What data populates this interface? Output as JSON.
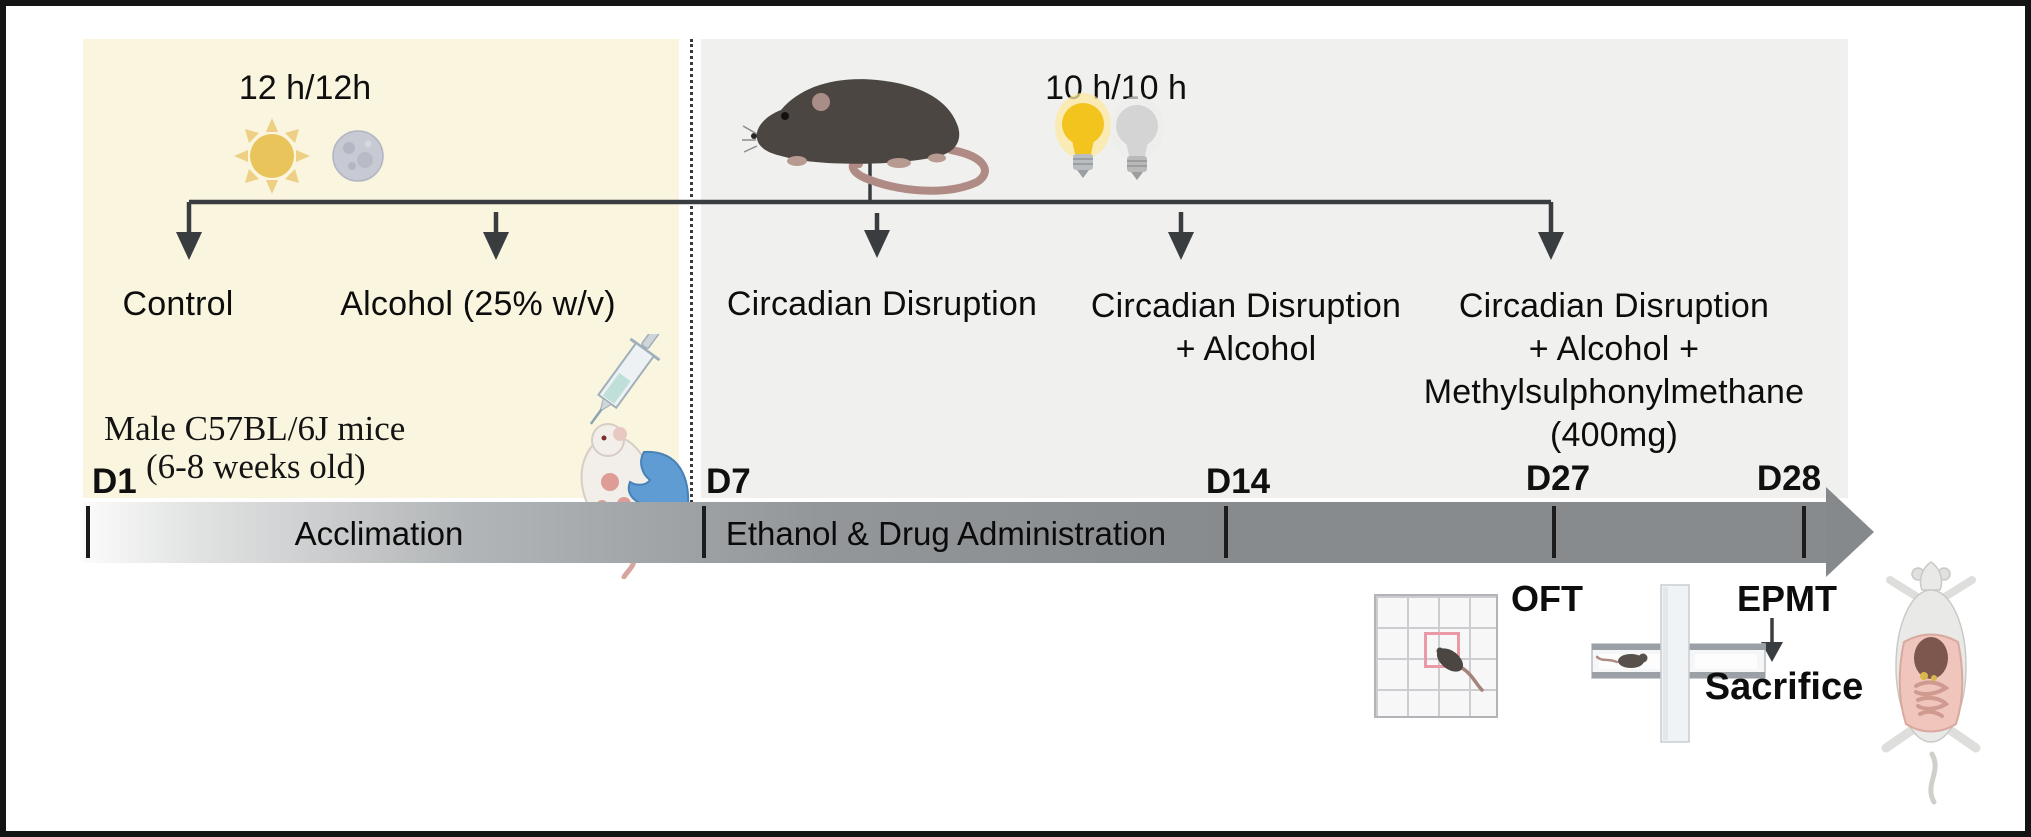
{
  "figure": {
    "description": "Experimental timeline diagram for mouse circadian disruption and alcohol study"
  },
  "light_cycles": {
    "standard": "12 h/12h",
    "disrupted": "10 h/10 h"
  },
  "subject": {
    "strain": "Male C57BL/6J mice",
    "age": "(6-8 weeks old)"
  },
  "groups": {
    "control": "Control",
    "alcohol": "Alcohol (25% w/v)",
    "cd": "Circadian Disruption",
    "cd_alcohol_line1": "Circadian Disruption",
    "cd_alcohol_line2": "+ Alcohol",
    "cd_msm_line1": "Circadian Disruption",
    "cd_msm_line2": "+ Alcohol +",
    "cd_msm_line3": "Methylsulphonylmethane",
    "cd_msm_line4": "(400mg)"
  },
  "timeline": {
    "days": [
      "D1",
      "D7",
      "D14",
      "D27",
      "D28"
    ],
    "phase_acclimation": "Acclimation",
    "phase_administration": "Ethanol & Drug Administration"
  },
  "tests": {
    "oft": "OFT",
    "epmt": "EPMT",
    "sacrifice": "Sacrifice"
  },
  "colors": {
    "standard_panel": "#faf5df",
    "disrupted_panel": "#f0f0ee",
    "timeline_bar_dark": "#888b8d",
    "branch_line": "#3a3d40",
    "sun": "#e8c45a",
    "moon": "#c7c9d3",
    "bulb_on": "#f3c31e",
    "bulb_off": "#d4d4d4",
    "oft_center_square": "#ea9aa6"
  }
}
